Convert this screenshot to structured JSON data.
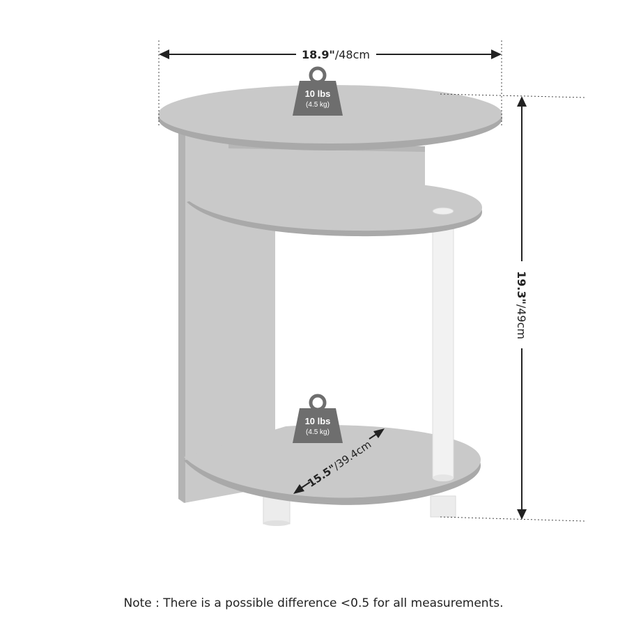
{
  "dimensions": {
    "width": {
      "imperial": "18.9\"",
      "metric": "/48cm"
    },
    "height": {
      "imperial": "19.3\"",
      "metric": "/49cm"
    },
    "depth": {
      "imperial": "15.5\"",
      "metric": "/39.4cm"
    }
  },
  "load_ratings": {
    "top_shelf": {
      "lbs": "10 lbs",
      "kg": "(4.5 kg)"
    },
    "bottom_shelf": {
      "lbs": "10 lbs",
      "kg": "(4.5 kg)"
    }
  },
  "note": "Note : There is a possible difference <0.5 for all measurements.",
  "icons": [
    "weight-icon",
    "arrow-head-icon"
  ],
  "colors": {
    "panel": "#c9c9c9",
    "panel_edge": "#a9a9a9",
    "badge": "#6e6e6e",
    "leg": "#ececec",
    "line": "#222222"
  }
}
